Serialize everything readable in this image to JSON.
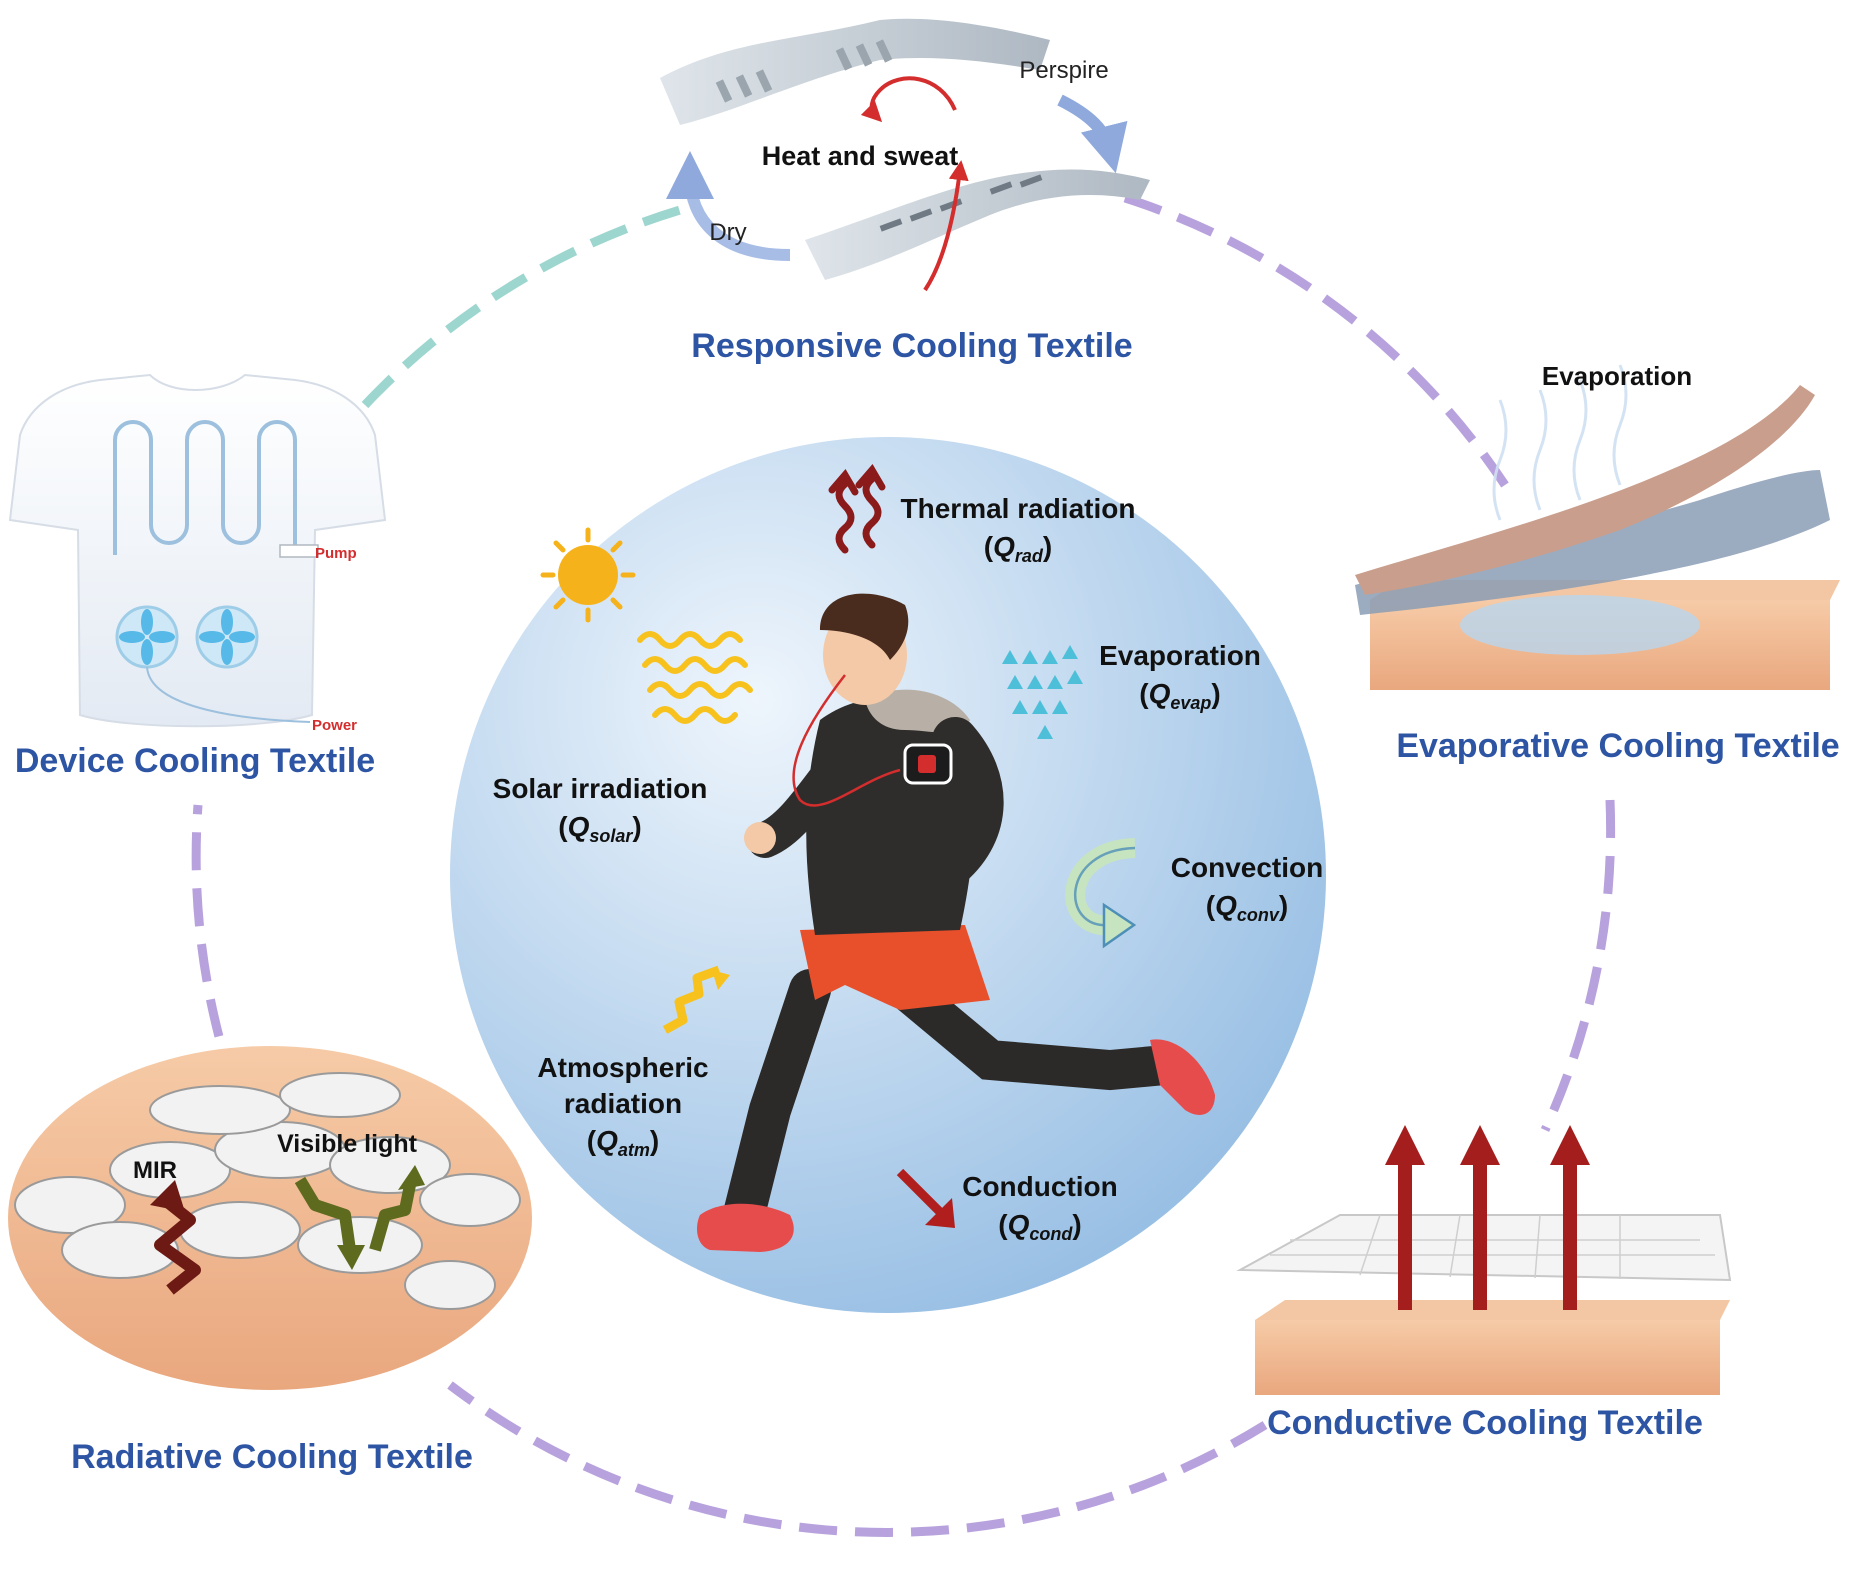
{
  "colors": {
    "category_title": "#2d55a4",
    "center_disc_light": "#e8f1fb",
    "center_disc_dark": "#9ec3e6",
    "dash_blue": "#9fb4e0",
    "dash_teal": "#9dd6cf",
    "dash_purple": "#b8a2dd",
    "skin": "#f2b88e",
    "thermal_arrow": "#8b1a1a",
    "red_accent": "#d42d2d"
  },
  "categories": {
    "responsive": {
      "title": "Responsive Cooling Textile",
      "perspire": "Perspire",
      "dry": "Dry",
      "heat_and_sweat": "Heat and sweat"
    },
    "evaporative": {
      "title": "Evaporative Cooling Textile",
      "evaporation": "Evaporation"
    },
    "conductive": {
      "title": "Conductive Cooling Textile"
    },
    "radiative": {
      "title": "Radiative Cooling Textile",
      "mir": "MIR",
      "visible_light": "Visible light"
    },
    "device": {
      "title": "Device Cooling Textile",
      "pump": "Pump",
      "power": "Power"
    }
  },
  "mechanisms": {
    "thermal_radiation": {
      "name": "Thermal radiation",
      "symbol": "Q",
      "sub": "rad"
    },
    "evaporation": {
      "name": "Evaporation",
      "symbol": "Q",
      "sub": "evap"
    },
    "solar_irradiation": {
      "name": "Solar irradiation",
      "symbol": "Q",
      "sub": "solar"
    },
    "convection": {
      "name": "Convection",
      "symbol": "Q",
      "sub": "conv"
    },
    "atmospheric_radiation": {
      "name_line1": "Atmospheric",
      "name_line2": "radiation",
      "symbol": "Q",
      "sub": "atm"
    },
    "conduction": {
      "name": "Conduction",
      "symbol": "Q",
      "sub": "cond"
    }
  }
}
